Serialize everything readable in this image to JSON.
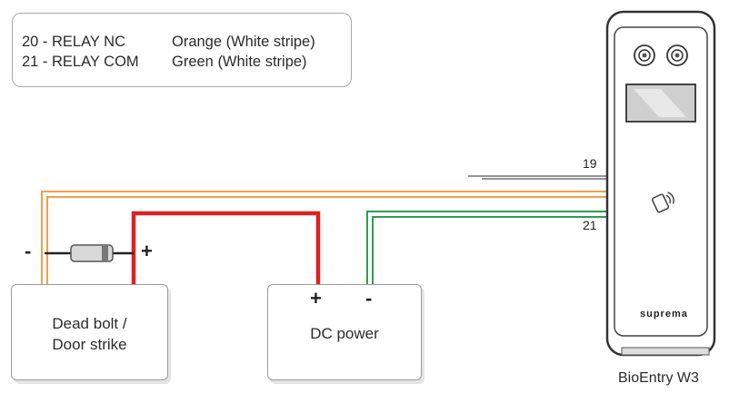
{
  "legend": {
    "rows": [
      {
        "pin": "20 - RELAY NC",
        "color": "Orange (White stripe)"
      },
      {
        "pin": "21 - RELAY COM",
        "color": "Green (White stripe)"
      }
    ]
  },
  "deadbolt": {
    "line1": "Dead bolt /",
    "line2": "Door strike",
    "minus": "-",
    "plus": "+"
  },
  "dc_power": {
    "label": "DC power",
    "plus": "+",
    "minus": "-"
  },
  "wires": {
    "label_19": "19",
    "label_21": "21"
  },
  "device": {
    "brand": "suprema",
    "name": "BioEntry W3"
  },
  "colors": {
    "orange": "#f0a04b",
    "green": "#2e9e4f",
    "red": "#e02020",
    "black": "#222222"
  }
}
